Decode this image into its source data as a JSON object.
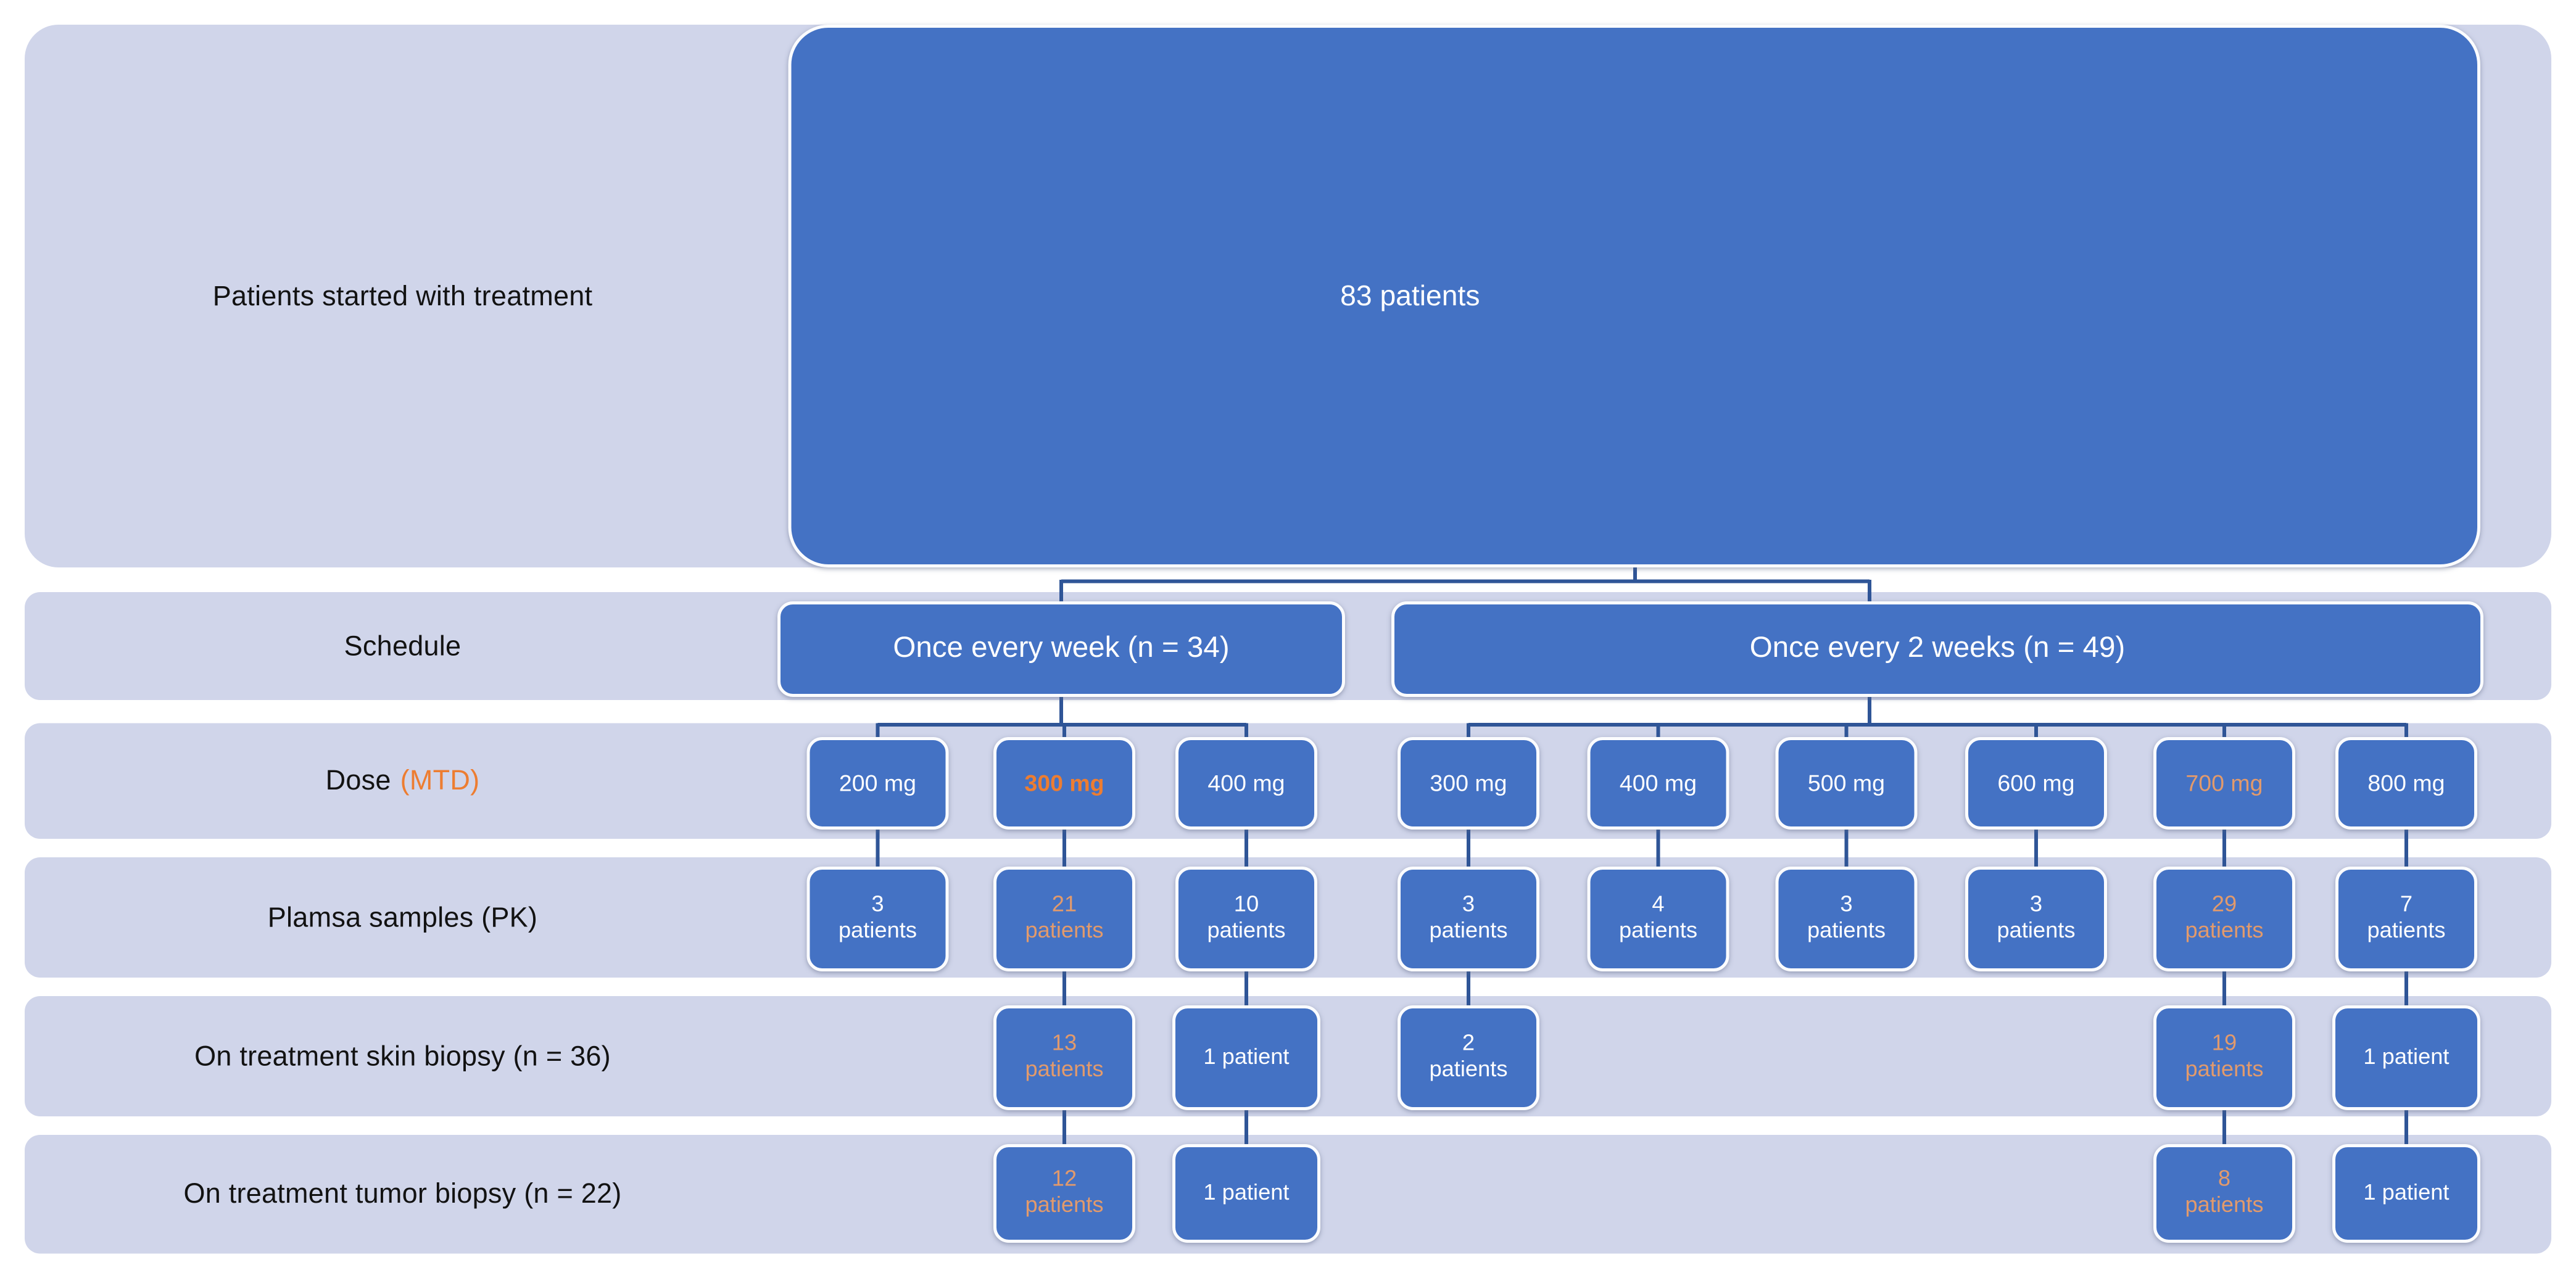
{
  "palette": {
    "band_background": "#d0d5ea",
    "box_blue": "#4472c4",
    "box_border": "#fbfcfe",
    "connector_line": "#2f5597",
    "label_text": "#121212",
    "box_text": "#ffffff",
    "mtd_orange_bold": "#ed7d31",
    "highlight_orange_muted": "#e29a6c"
  },
  "rows": {
    "treatment": {
      "label": "Patients started with treatment",
      "box": {
        "lines": [
          "83 patients"
        ]
      }
    },
    "schedule": {
      "label": "Schedule",
      "boxes": [
        {
          "lines": [
            "Once every week (n = 34)"
          ],
          "highlight": "none"
        },
        {
          "lines": [
            "Once every 2 weeks (n = 49)"
          ],
          "highlight": "none"
        }
      ]
    },
    "dose": {
      "label": "Dose",
      "label_suffix": "(MTD)",
      "boxes": [
        {
          "lines": [
            "200 mg"
          ],
          "highlight": "none"
        },
        {
          "lines": [
            "300 mg"
          ],
          "highlight": "mtd-bold"
        },
        {
          "lines": [
            "400 mg"
          ],
          "highlight": "none"
        },
        {
          "lines": [
            "300 mg"
          ],
          "highlight": "none"
        },
        {
          "lines": [
            "400 mg"
          ],
          "highlight": "none"
        },
        {
          "lines": [
            "500 mg"
          ],
          "highlight": "none"
        },
        {
          "lines": [
            "600 mg"
          ],
          "highlight": "none"
        },
        {
          "lines": [
            "700 mg"
          ],
          "highlight": "orange"
        },
        {
          "lines": [
            "800 mg"
          ],
          "highlight": "none"
        }
      ]
    },
    "plasma": {
      "label": "Plamsa samples (PK)",
      "boxes": [
        {
          "lines": [
            "3",
            "patients"
          ],
          "highlight": "none"
        },
        {
          "lines": [
            "21",
            "patients"
          ],
          "highlight": "orange"
        },
        {
          "lines": [
            "10",
            "patients"
          ],
          "highlight": "none"
        },
        {
          "lines": [
            "3",
            "patients"
          ],
          "highlight": "none"
        },
        {
          "lines": [
            "4",
            "patients"
          ],
          "highlight": "none"
        },
        {
          "lines": [
            "3",
            "patients"
          ],
          "highlight": "none"
        },
        {
          "lines": [
            "3",
            "patients"
          ],
          "highlight": "none"
        },
        {
          "lines": [
            "29",
            "patients"
          ],
          "highlight": "orange"
        },
        {
          "lines": [
            "7",
            "patients"
          ],
          "highlight": "none"
        }
      ]
    },
    "skin_biopsy": {
      "label": "On treatment skin biopsy (n = 36)",
      "boxes": [
        {
          "lines": [
            "13",
            "patients"
          ],
          "highlight": "orange"
        },
        {
          "lines": [
            "1 patient"
          ],
          "highlight": "none"
        },
        {
          "lines": [
            "2",
            "patients"
          ],
          "highlight": "none"
        },
        {
          "lines": [
            "19",
            "patients"
          ],
          "highlight": "orange"
        },
        {
          "lines": [
            "1 patient"
          ],
          "highlight": "none"
        }
      ]
    },
    "tumor_biopsy": {
      "label": "On treatment tumor biopsy (n = 22)",
      "boxes": [
        {
          "lines": [
            "12",
            "patients"
          ],
          "highlight": "orange"
        },
        {
          "lines": [
            "1 patient"
          ],
          "highlight": "none"
        },
        {
          "lines": [
            "8",
            "patients"
          ],
          "highlight": "orange"
        },
        {
          "lines": [
            "1 patient"
          ],
          "highlight": "none"
        }
      ]
    }
  }
}
